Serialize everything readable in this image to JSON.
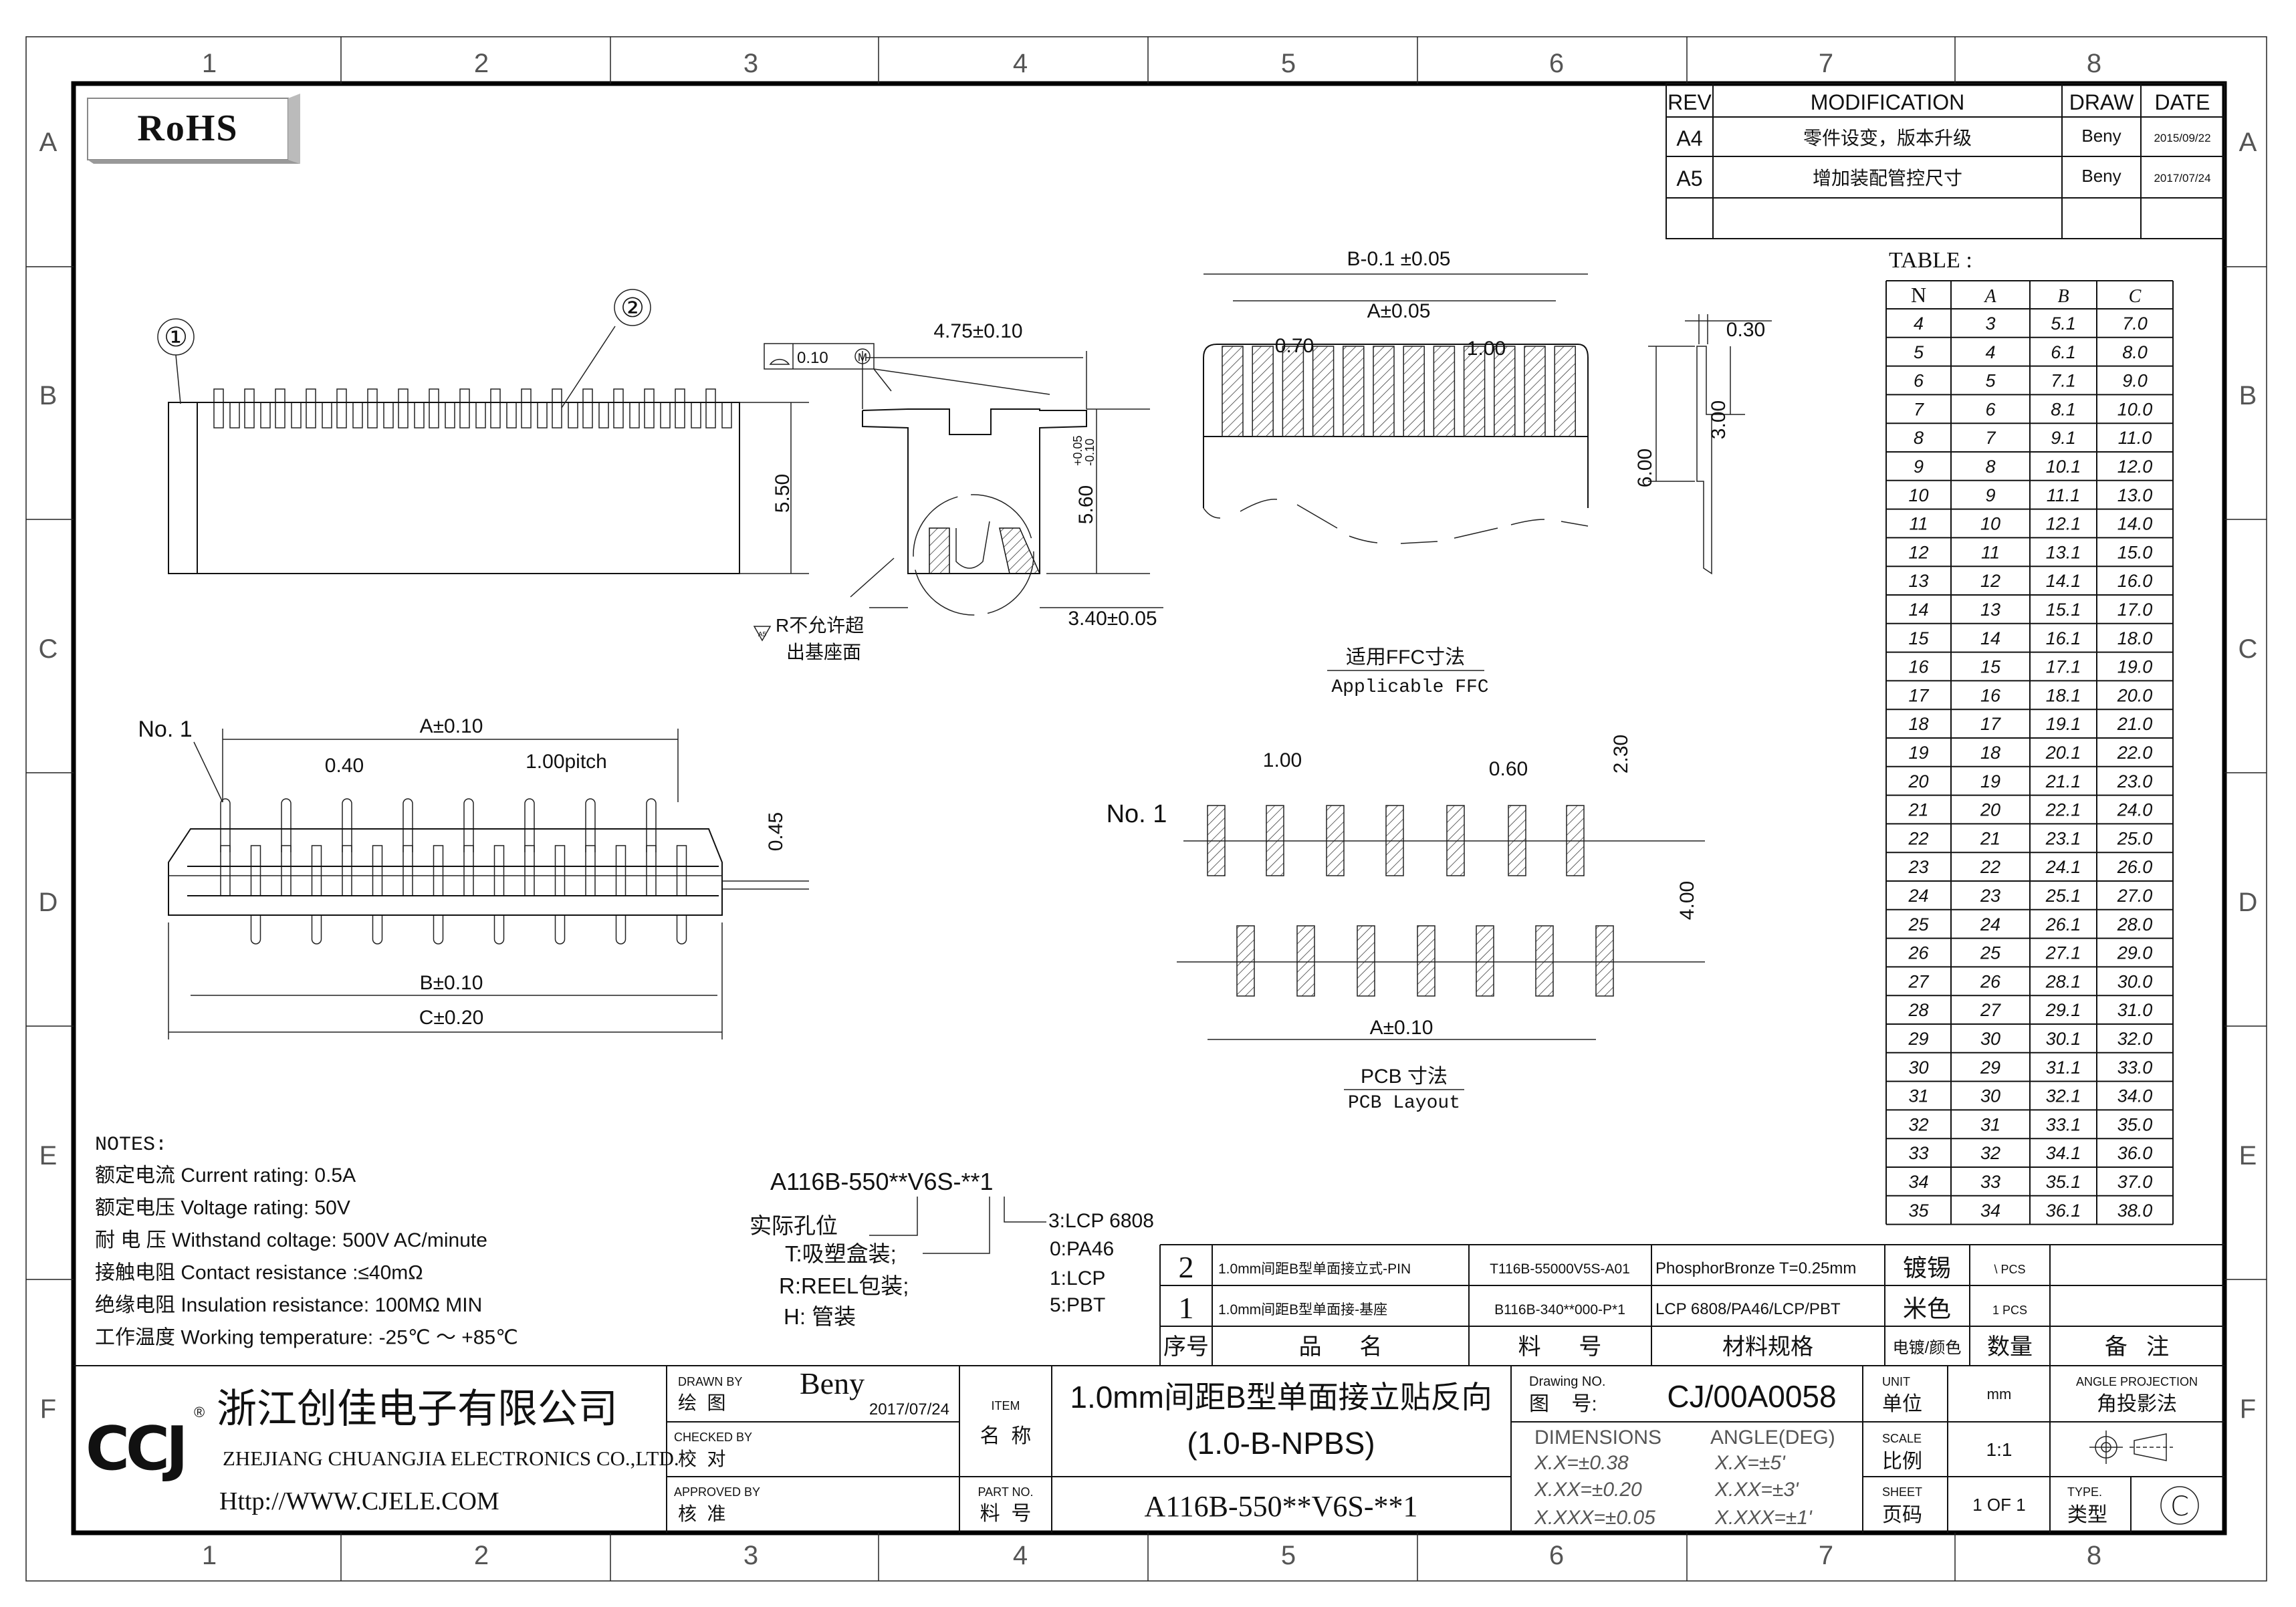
{
  "frame": {
    "columns": [
      "1",
      "2",
      "3",
      "4",
      "5",
      "6",
      "7",
      "8"
    ],
    "rows": [
      "A",
      "B",
      "C",
      "D",
      "E",
      "F"
    ]
  },
  "rohs": "RoHS",
  "revisions": {
    "headers": {
      "rev": "REV",
      "mod": "MODIFICATION",
      "draw": "DRAW",
      "date": "DATE"
    },
    "rows": [
      {
        "rev": "A4",
        "mod": "零件设变，版本升级",
        "draw": "Beny",
        "date": "2015/09/22"
      },
      {
        "rev": "A5",
        "mod": "增加装配管控尺寸",
        "draw": "Beny",
        "date": "2017/07/24"
      }
    ]
  },
  "side_view": {
    "balloon1": "①",
    "balloon2": "②",
    "height": "5.50"
  },
  "section_view": {
    "width": "4.75±0.10",
    "fcf_tol": "0.10",
    "fcf_mod": "M",
    "height": "5.60",
    "tol_plus": "+0.05",
    "tol_minus": "-0.10",
    "depth": "3.40±0.05",
    "rev_mark": "A5",
    "note_line1": "R不允许超",
    "note_line2": "出基座面"
  },
  "ffc": {
    "overall": "B-0.1 ±0.05",
    "span": "A±0.05",
    "pad_width": "0.70",
    "pitch": "1.00",
    "thickness": "0.30",
    "length": "6.00",
    "stiffener": "3.00",
    "caption_cn": "适用FFC寸法",
    "caption_en": "Applicable FFC"
  },
  "top_view": {
    "no1": "No. 1",
    "span": "A±0.10",
    "pin_width": "0.40",
    "pitch": "1.00pitch",
    "offset": "0.45",
    "b": "B±0.10",
    "c": "C±0.20"
  },
  "pcb": {
    "no1": "No. 1",
    "pitch": "1.00",
    "pad_width": "0.60",
    "pad_len": "2.30",
    "row_gap": "4.00",
    "span": "A±0.10",
    "caption_cn": "PCB  寸法",
    "caption_en": "PCB Layout"
  },
  "size_table": {
    "title": "TABLE  :",
    "headers": [
      "N",
      "A",
      "B",
      "C"
    ],
    "rows": [
      [
        "4",
        "3",
        "5.1",
        "7.0"
      ],
      [
        "5",
        "4",
        "6.1",
        "8.0"
      ],
      [
        "6",
        "5",
        "7.1",
        "9.0"
      ],
      [
        "7",
        "6",
        "8.1",
        "10.0"
      ],
      [
        "8",
        "7",
        "9.1",
        "11.0"
      ],
      [
        "9",
        "8",
        "10.1",
        "12.0"
      ],
      [
        "10",
        "9",
        "11.1",
        "13.0"
      ],
      [
        "11",
        "10",
        "12.1",
        "14.0"
      ],
      [
        "12",
        "11",
        "13.1",
        "15.0"
      ],
      [
        "13",
        "12",
        "14.1",
        "16.0"
      ],
      [
        "14",
        "13",
        "15.1",
        "17.0"
      ],
      [
        "15",
        "14",
        "16.1",
        "18.0"
      ],
      [
        "16",
        "15",
        "17.1",
        "19.0"
      ],
      [
        "17",
        "16",
        "18.1",
        "20.0"
      ],
      [
        "18",
        "17",
        "19.1",
        "21.0"
      ],
      [
        "19",
        "18",
        "20.1",
        "22.0"
      ],
      [
        "20",
        "19",
        "21.1",
        "23.0"
      ],
      [
        "21",
        "20",
        "22.1",
        "24.0"
      ],
      [
        "22",
        "21",
        "23.1",
        "25.0"
      ],
      [
        "23",
        "22",
        "24.1",
        "26.0"
      ],
      [
        "24",
        "23",
        "25.1",
        "27.0"
      ],
      [
        "25",
        "24",
        "26.1",
        "28.0"
      ],
      [
        "26",
        "25",
        "27.1",
        "29.0"
      ],
      [
        "27",
        "26",
        "28.1",
        "30.0"
      ],
      [
        "28",
        "27",
        "29.1",
        "31.0"
      ],
      [
        "29",
        "30",
        "30.1",
        "32.0"
      ],
      [
        "30",
        "29",
        "31.1",
        "33.0"
      ],
      [
        "31",
        "30",
        "32.1",
        "34.0"
      ],
      [
        "32",
        "31",
        "33.1",
        "35.0"
      ],
      [
        "33",
        "32",
        "34.1",
        "36.0"
      ],
      [
        "34",
        "33",
        "35.1",
        "37.0"
      ],
      [
        "35",
        "34",
        "36.1",
        "38.0"
      ]
    ]
  },
  "notes": {
    "title": "NOTES:",
    "items": [
      "额定电流 Current rating: 0.5A",
      "额定电压 Voltage rating: 50V",
      "耐 电 压 Withstand coltage: 500V AC/minute",
      "接触电阻 Contact resistance :≤40mΩ",
      "绝缘电阻 Insulation resistance: 100MΩ MIN",
      "工作温度 Working temperature: -25℃ ～ +85℃"
    ]
  },
  "part_code": {
    "code": "A116B-550**V6S-**1",
    "hole_label": "实际孔位",
    "pack_t": "T:吸塑盒装;",
    "pack_r": "R:REEL包装;",
    "pack_h": "H: 管装",
    "mat_3": "3:LCP 6808",
    "mat_0": "0:PA46",
    "mat_1": "1:LCP",
    "mat_5": "5:PBT"
  },
  "bom": {
    "headers": {
      "no": "序号",
      "name": "品      名",
      "part": "料      号",
      "material": "材料规格",
      "finish": "电镀/颜色",
      "qty": "数量",
      "remark": "备   注"
    },
    "rows": [
      {
        "no": "2",
        "name": "1.0mm间距B型单面接立式-PIN",
        "part": "T116B-55000V5S-A01",
        "material": "PhosphorBronze T=0.25mm",
        "finish": "镀锡",
        "qty": "\\ PCS",
        "remark": ""
      },
      {
        "no": "1",
        "name": "1.0mm间距B型单面接-基座",
        "part": "B116B-340**000-P*1",
        "material": "LCP 6808/PA46/LCP/PBT",
        "finish": "米色",
        "qty": "1 PCS",
        "remark": ""
      }
    ]
  },
  "title_block": {
    "company_cn": "浙江创佳电子有限公司",
    "company_en": "ZHEJIANG CHUANGJIA ELECTRONICS CO.,LTD.",
    "website": "Http://WWW.CJELE.COM",
    "logo": "CCJ",
    "drawn_by_label": "DRAWN BY",
    "drawn_by_cn": "绘  图",
    "drawn_by": "Beny",
    "drawn_date": "2017/07/24",
    "checked_by_label": "CHECKED BY",
    "checked_by_cn": "校  对",
    "approved_by_label": "APPROVED BY",
    "approved_by_cn": "核  准",
    "item_label": "ITEM",
    "item_cn": "名  称",
    "part_label": "PART NO.",
    "part_cn": "料  号",
    "title_line1": "1.0mm间距B型单面接立贴反向",
    "title_line2": "(1.0-B-NPBS)",
    "part_no": "A116B-550**V6S-**1",
    "drawing_no_label": "Drawing NO.",
    "drawing_no_cn": "图    号:",
    "drawing_no": "CJ/00A0058",
    "dim_label": "DIMENSIONS",
    "angle_label": "ANGLE(DEG)",
    "tol_dims": [
      "X.X=±0.38",
      "X.XX=±0.20",
      "X.XXX=±0.05"
    ],
    "tol_angles": [
      "X.X=±5'",
      "X.XX=±3'",
      "X.XXX=±1'"
    ],
    "unit_label": "UNIT",
    "unit_cn": "单位",
    "unit": "mm",
    "scale_label": "SCALE",
    "scale_cn": "比例",
    "scale": "1:1",
    "sheet_label": "SHEET",
    "sheet_cn": "页码",
    "sheet": "1 OF 1",
    "projection_label": "ANGLE PROJECTION",
    "projection_cn": "角投影法",
    "type_label": "TYPE.",
    "type_cn": "类型",
    "type": "C"
  }
}
